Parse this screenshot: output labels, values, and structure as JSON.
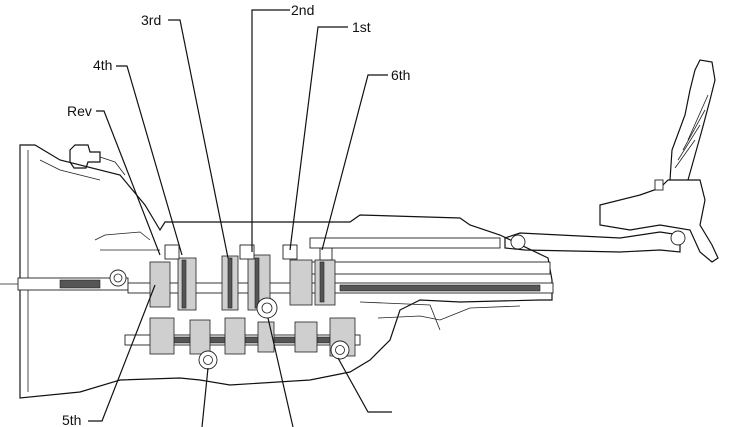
{
  "labels": {
    "third": "3rd",
    "second": "2nd",
    "first": "1st",
    "fourth": "4th",
    "sixth": "6th",
    "reverse": "Rev",
    "fifth": "5th"
  },
  "colors": {
    "line": "#111111",
    "shade": "#cfcfcf",
    "dark": "#555555",
    "background": "#ffffff"
  }
}
